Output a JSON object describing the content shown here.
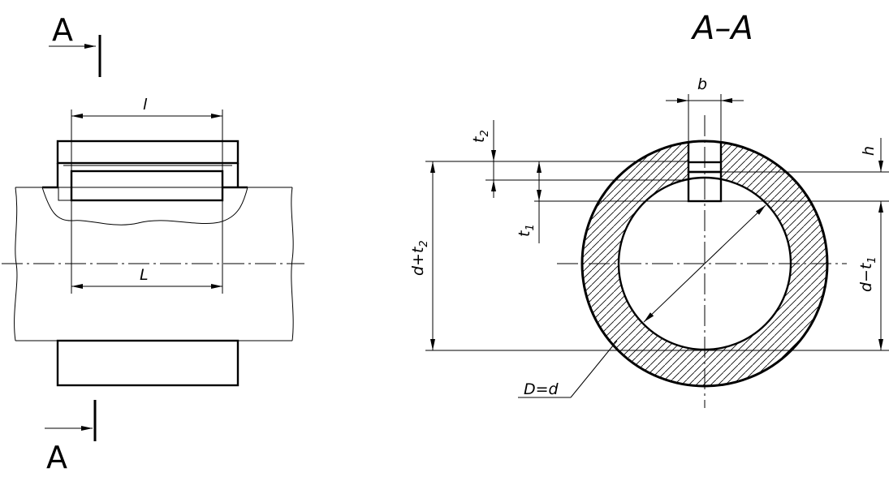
{
  "section_marker_top": "A",
  "section_marker_bottom": "A",
  "section_title": "A–A",
  "labels": {
    "key_length": "l",
    "slot_length": "L",
    "width": "b",
    "height": "h",
    "t2": "t",
    "t2_sub": "2",
    "t1": "t",
    "t1_sub": "1",
    "d_plus_t2": "d+t",
    "d_plus_t2_sub": "2",
    "d_minus_t1": "d−t",
    "d_minus_t1_sub": "1",
    "diameter": "D=d"
  }
}
